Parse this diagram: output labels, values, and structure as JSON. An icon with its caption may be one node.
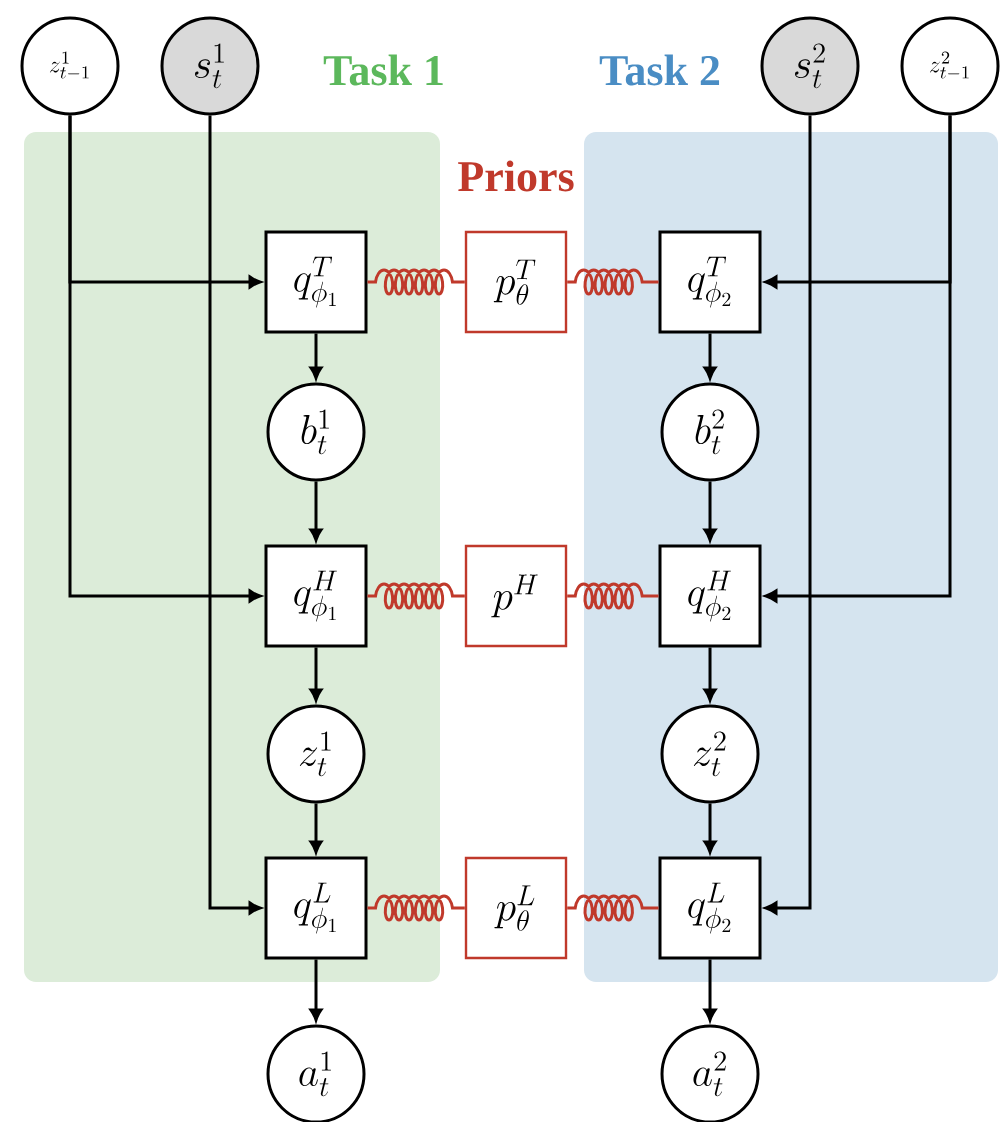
{
  "diagram": {
    "nodes": [
      {
        "text": [
          "Task 1"
        ]
      },
      {
        "text": [
          "Task 2"
        ]
      },
      {
        "text": [
          "z^1_{t-1}"
        ]
      },
      {
        "text": [
          "s^1_t"
        ]
      },
      {
        "text": [
          "s^2_t"
        ]
      },
      {
        "text": [
          "z^2_{t-1}"
        ]
      },
      {
        "text": [
          "q^T_{\\phi_1}"
        ],
        "in": 0
      },
      {
        "text": [
          "p^T_\\theta"
        ]
      },
      {
        "text": [
          "q^T_{\\phi_2}"
        ],
        "in": 1
      },
      {
        "text": [
          "b^1_t"
        ],
        "in": 0
      },
      {
        "text": [
          "b^2_t"
        ],
        "in": 1
      },
      {
        "text": [
          "q^H_{\\phi_1}"
        ],
        "in": 0
      },
      {
        "text": [
          "p^H"
        ]
      },
      {
        "text": [
          "q^H_{\\phi_2}"
        ],
        "in": 1
      },
      {
        "text": [
          "z^1_t"
        ],
        "in": 0
      },
      {
        "text": [
          "z^2_t"
        ],
        "in": 1
      },
      {
        "text": [
          "q^L_{\\phi_1}"
        ],
        "in": 0
      },
      {
        "text": [
          "p^L_\\theta"
        ]
      },
      {
        "text": [
          "q^L_{\\phi_2}"
        ],
        "in": 1
      },
      {
        "text": [
          "a^1_t"
        ]
      },
      {
        "text": [
          "a^2_t"
        ]
      }
    ],
    "edges": [
      {
        "from": 2,
        "to": 6,
        "arrow": "to"
      },
      {
        "from": 2,
        "to": 11,
        "arrow": "to"
      },
      {
        "from": 3,
        "to": 16,
        "arrow": "to"
      },
      {
        "from": 5,
        "to": 8,
        "arrow": "to"
      },
      {
        "from": 5,
        "to": 13,
        "arrow": "to"
      },
      {
        "from": 4,
        "to": 18,
        "arrow": "to"
      },
      {
        "from": 6,
        "to": 9,
        "arrow": "to"
      },
      {
        "from": 9,
        "to": 11,
        "arrow": "to"
      },
      {
        "from": 11,
        "to": 14,
        "arrow": "to"
      },
      {
        "from": 14,
        "to": 16,
        "arrow": "to"
      },
      {
        "from": 16,
        "to": 19,
        "arrow": "to"
      },
      {
        "from": 8,
        "to": 10,
        "arrow": "to"
      },
      {
        "from": 10,
        "to": 13,
        "arrow": "to"
      },
      {
        "from": 13,
        "to": 15,
        "arrow": "to"
      },
      {
        "from": 15,
        "to": 18,
        "arrow": "to"
      },
      {
        "from": 18,
        "to": 20,
        "arrow": "to"
      },
      {
        "from": 6,
        "to": 7,
        "arrow": "none",
        "color": "#c0392b"
      },
      {
        "from": 7,
        "to": 8,
        "arrow": "none",
        "color": "#c0392b"
      },
      {
        "from": 11,
        "to": 12,
        "arrow": "none",
        "color": "#c0392b"
      },
      {
        "from": 12,
        "to": 13,
        "arrow": "none",
        "color": "#c0392b"
      },
      {
        "from": 16,
        "to": 17,
        "arrow": "none",
        "color": "#c0392b"
      },
      {
        "from": 17,
        "to": 18,
        "arrow": "none",
        "color": "#c0392b"
      }
    ],
    "labels": [
      "Priors"
    ]
  }
}
